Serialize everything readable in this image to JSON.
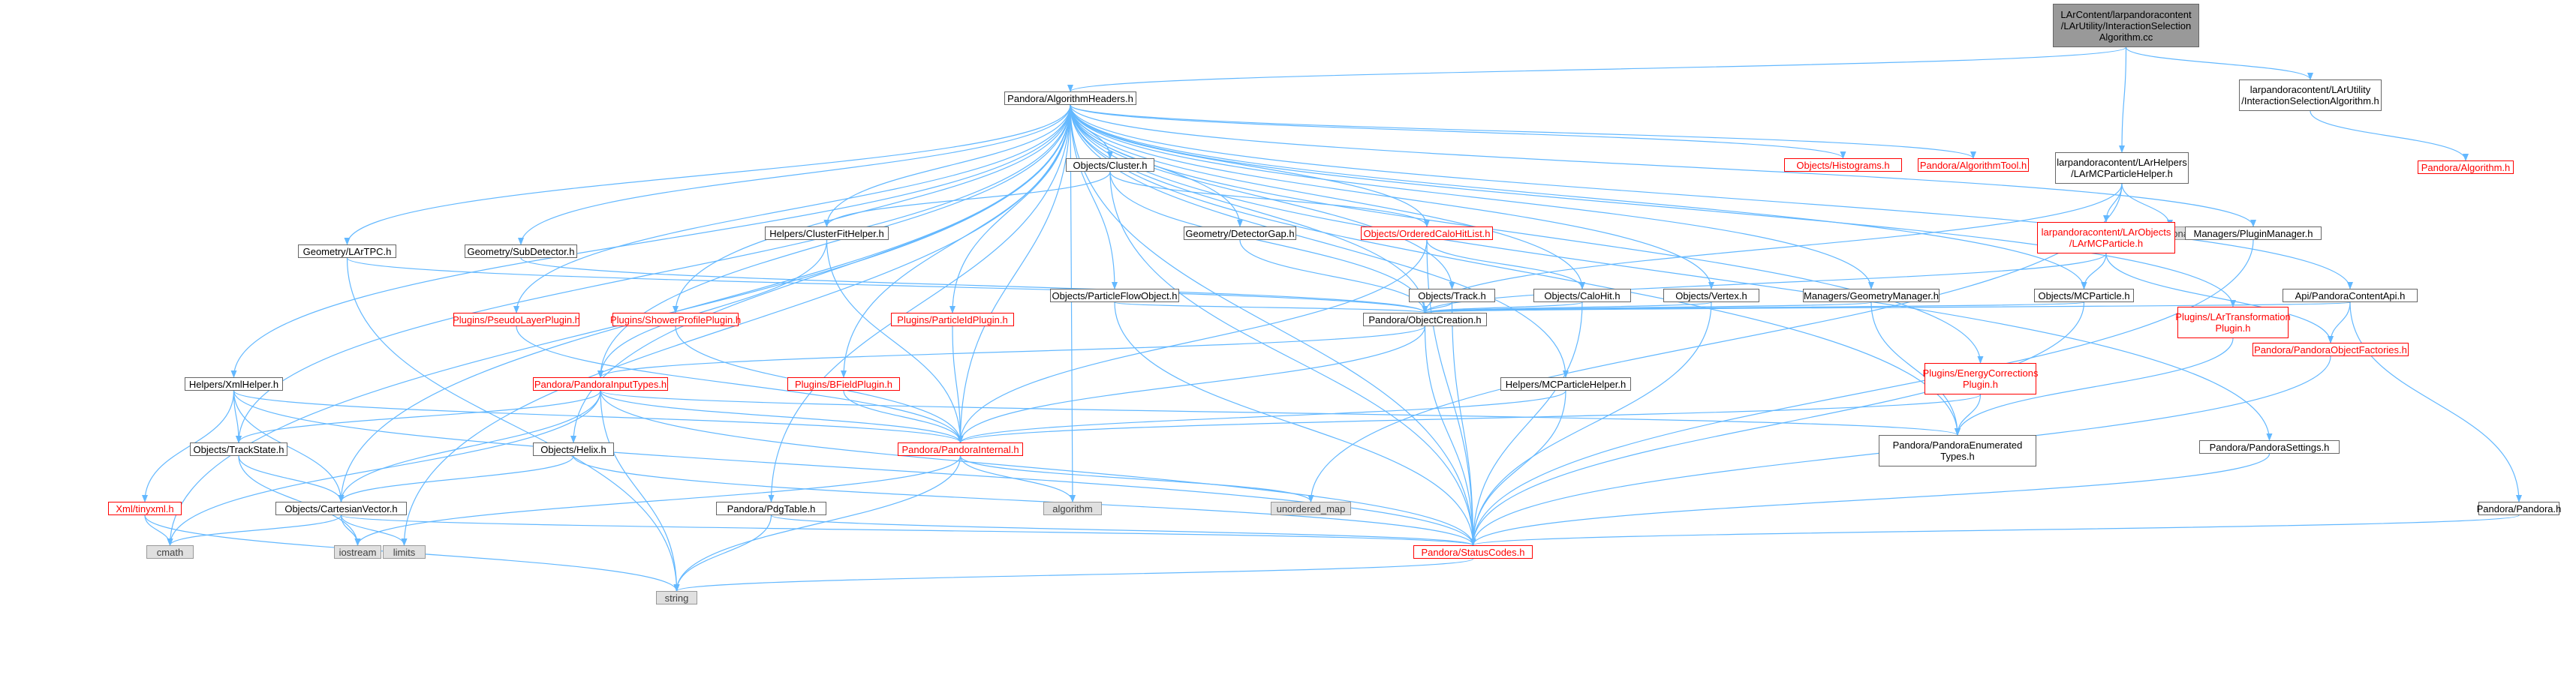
{
  "diagram": {
    "type": "include-dependency-graph",
    "edge_color": "#63b8ff",
    "nodes": [
      {
        "id": "root",
        "label": "LArContent/larpandoracontent\n/LArUtility/InteractionSelection\nAlgorithm.cc",
        "style": "root"
      },
      {
        "id": "algh",
        "label": "Pandora/AlgorithmHeaders.h",
        "style": "normal"
      },
      {
        "id": "isa",
        "label": "larpandoracontent/LArUtility\n/InteractionSelectionAlgorithm.h",
        "style": "normal"
      },
      {
        "id": "alg",
        "label": "Pandora/Algorithm.h",
        "style": "red"
      },
      {
        "id": "cluster",
        "label": "Objects/Cluster.h",
        "style": "normal"
      },
      {
        "id": "hist",
        "label": "Objects/Histograms.h",
        "style": "red"
      },
      {
        "id": "algtool",
        "label": "Pandora/AlgorithmTool.h",
        "style": "red"
      },
      {
        "id": "mcph",
        "label": "larpandoracontent/LArHelpers\n/LArMCParticleHelper.h",
        "style": "normal"
      },
      {
        "id": "functional",
        "label": "functional",
        "style": "sys"
      },
      {
        "id": "larmcp",
        "label": "larpandoracontent/LArObjects\n/LArMCParticle.h",
        "style": "red"
      },
      {
        "id": "clusterfit",
        "label": "Helpers/ClusterFitHelper.h",
        "style": "normal"
      },
      {
        "id": "detgap",
        "label": "Geometry/DetectorGap.h",
        "style": "normal"
      },
      {
        "id": "ocl",
        "label": "Objects/OrderedCaloHitList.h",
        "style": "red"
      },
      {
        "id": "plugmgr",
        "label": "Managers/PluginManager.h",
        "style": "normal"
      },
      {
        "id": "lartpc",
        "label": "Geometry/LArTPC.h",
        "style": "normal"
      },
      {
        "id": "subdet",
        "label": "Geometry/SubDetector.h",
        "style": "normal"
      },
      {
        "id": "pfo",
        "label": "Objects/ParticleFlowObject.h",
        "style": "normal"
      },
      {
        "id": "track",
        "label": "Objects/Track.h",
        "style": "normal"
      },
      {
        "id": "calohit",
        "label": "Objects/CaloHit.h",
        "style": "normal"
      },
      {
        "id": "vertex",
        "label": "Objects/Vertex.h",
        "style": "normal"
      },
      {
        "id": "geomgr",
        "label": "Managers/GeometryManager.h",
        "style": "normal"
      },
      {
        "id": "mcparticle",
        "label": "Objects/MCParticle.h",
        "style": "normal"
      },
      {
        "id": "api",
        "label": "Api/PandoraContentApi.h",
        "style": "normal"
      },
      {
        "id": "pseudo",
        "label": "Plugins/PseudoLayerPlugin.h",
        "style": "red"
      },
      {
        "id": "shower",
        "label": "Plugins/ShowerProfilePlugin.h",
        "style": "red"
      },
      {
        "id": "pid",
        "label": "Plugins/ParticleIdPlugin.h",
        "style": "red"
      },
      {
        "id": "objcreation",
        "label": "Pandora/ObjectCreation.h",
        "style": "normal"
      },
      {
        "id": "lartrans",
        "label": "Plugins/LArTransformation\nPlugin.h",
        "style": "red"
      },
      {
        "id": "objfact",
        "label": "Pandora/PandoraObjectFactories.h",
        "style": "red"
      },
      {
        "id": "xmlhelper",
        "label": "Helpers/XmlHelper.h",
        "style": "normal"
      },
      {
        "id": "inputtypes",
        "label": "Pandora/PandoraInputTypes.h",
        "style": "red"
      },
      {
        "id": "bfield",
        "label": "Plugins/BFieldPlugin.h",
        "style": "red"
      },
      {
        "id": "mchelper",
        "label": "Helpers/MCParticleHelper.h",
        "style": "normal"
      },
      {
        "id": "energycorr",
        "label": "Plugins/EnergyCorrections\nPlugin.h",
        "style": "red"
      },
      {
        "id": "trackstate",
        "label": "Objects/TrackState.h",
        "style": "normal"
      },
      {
        "id": "helix",
        "label": "Objects/Helix.h",
        "style": "normal"
      },
      {
        "id": "internal",
        "label": "Pandora/PandoraInternal.h",
        "style": "red"
      },
      {
        "id": "enumtypes",
        "label": "Pandora/PandoraEnumerated\nTypes.h",
        "style": "normal"
      },
      {
        "id": "settings",
        "label": "Pandora/PandoraSettings.h",
        "style": "normal"
      },
      {
        "id": "tinyxml",
        "label": "Xml/tinyxml.h",
        "style": "red"
      },
      {
        "id": "cartesian",
        "label": "Objects/CartesianVector.h",
        "style": "normal"
      },
      {
        "id": "algorithm",
        "label": "algorithm",
        "style": "sys"
      },
      {
        "id": "umap",
        "label": "unordered_map",
        "style": "sys"
      },
      {
        "id": "pdgtable",
        "label": "Pandora/PdgTable.h",
        "style": "normal"
      },
      {
        "id": "pandorah",
        "label": "Pandora/Pandora.h",
        "style": "normal"
      },
      {
        "id": "cmath",
        "label": "cmath",
        "style": "sys"
      },
      {
        "id": "iostream",
        "label": "iostream",
        "style": "sys"
      },
      {
        "id": "limits",
        "label": "limits",
        "style": "sys"
      },
      {
        "id": "status",
        "label": "Pandora/StatusCodes.h",
        "style": "red"
      },
      {
        "id": "string",
        "label": "string",
        "style": "sys"
      }
    ],
    "edges": [
      [
        "root",
        "algh"
      ],
      [
        "root",
        "isa"
      ],
      [
        "root",
        "mcph"
      ],
      [
        "isa",
        "alg"
      ],
      [
        "algh",
        "cluster"
      ],
      [
        "algh",
        "hist"
      ],
      [
        "algh",
        "algtool"
      ],
      [
        "algh",
        "plugmgr"
      ],
      [
        "algh",
        "api"
      ],
      [
        "algh",
        "clusterfit"
      ],
      [
        "algh",
        "detgap"
      ],
      [
        "algh",
        "ocl"
      ],
      [
        "algh",
        "lartpc"
      ],
      [
        "algh",
        "subdet"
      ],
      [
        "algh",
        "pfo"
      ],
      [
        "algh",
        "track"
      ],
      [
        "algh",
        "calohit"
      ],
      [
        "algh",
        "vertex"
      ],
      [
        "algh",
        "geomgr"
      ],
      [
        "algh",
        "mcparticle"
      ],
      [
        "algh",
        "pseudo"
      ],
      [
        "algh",
        "shower"
      ],
      [
        "algh",
        "pid"
      ],
      [
        "algh",
        "lartrans"
      ],
      [
        "algh",
        "xmlhelper"
      ],
      [
        "algh",
        "inputtypes"
      ],
      [
        "algh",
        "bfield"
      ],
      [
        "algh",
        "mchelper"
      ],
      [
        "algh",
        "energycorr"
      ],
      [
        "algh",
        "trackstate"
      ],
      [
        "algh",
        "helix"
      ],
      [
        "algh",
        "internal"
      ],
      [
        "algh",
        "enumtypes"
      ],
      [
        "algh",
        "settings"
      ],
      [
        "algh",
        "cartesian"
      ],
      [
        "algh",
        "algorithm"
      ],
      [
        "algh",
        "pdgtable"
      ],
      [
        "algh",
        "cmath"
      ],
      [
        "algh",
        "limits"
      ],
      [
        "algh",
        "status"
      ],
      [
        "algh",
        "objcreation"
      ],
      [
        "mcph",
        "functional"
      ],
      [
        "mcph",
        "larmcp"
      ],
      [
        "mcph",
        "umap"
      ],
      [
        "mcph",
        "objcreation"
      ],
      [
        "larmcp",
        "mcparticle"
      ],
      [
        "larmcp",
        "objfact"
      ],
      [
        "larmcp",
        "objcreation"
      ],
      [
        "cluster",
        "clusterfit"
      ],
      [
        "cluster",
        "ocl"
      ],
      [
        "cluster",
        "objcreation"
      ],
      [
        "cluster",
        "status"
      ],
      [
        "clusterfit",
        "inputtypes"
      ],
      [
        "clusterfit",
        "internal"
      ],
      [
        "ocl",
        "calohit"
      ],
      [
        "ocl",
        "internal"
      ],
      [
        "ocl",
        "status"
      ],
      [
        "detgap",
        "objcreation"
      ],
      [
        "lartpc",
        "objcreation"
      ],
      [
        "lartpc",
        "string"
      ],
      [
        "subdet",
        "objcreation"
      ],
      [
        "pfo",
        "objcreation"
      ],
      [
        "pfo",
        "status"
      ],
      [
        "track",
        "objcreation"
      ],
      [
        "track",
        "status"
      ],
      [
        "calohit",
        "objcreation"
      ],
      [
        "calohit",
        "status"
      ],
      [
        "vertex",
        "objcreation"
      ],
      [
        "vertex",
        "status"
      ],
      [
        "geomgr",
        "objcreation"
      ],
      [
        "geomgr",
        "enumtypes"
      ],
      [
        "mcparticle",
        "objcreation"
      ],
      [
        "mcparticle",
        "status"
      ],
      [
        "api",
        "objcreation"
      ],
      [
        "api",
        "objfact"
      ],
      [
        "api",
        "pandorah"
      ],
      [
        "pseudo",
        "internal"
      ],
      [
        "shower",
        "internal"
      ],
      [
        "pid",
        "internal"
      ],
      [
        "bfield",
        "internal"
      ],
      [
        "plugmgr",
        "status"
      ],
      [
        "lartrans",
        "enumtypes"
      ],
      [
        "objfact",
        "status"
      ],
      [
        "objcreation",
        "inputtypes"
      ],
      [
        "objcreation",
        "internal"
      ],
      [
        "objcreation",
        "status"
      ],
      [
        "xmlhelper",
        "tinyxml"
      ],
      [
        "xmlhelper",
        "trackstate"
      ],
      [
        "xmlhelper",
        "cartesian"
      ],
      [
        "xmlhelper",
        "internal"
      ],
      [
        "xmlhelper",
        "status"
      ],
      [
        "inputtypes",
        "trackstate"
      ],
      [
        "inputtypes",
        "cartesian"
      ],
      [
        "inputtypes",
        "internal"
      ],
      [
        "inputtypes",
        "enumtypes"
      ],
      [
        "inputtypes",
        "status"
      ],
      [
        "inputtypes",
        "string"
      ],
      [
        "inputtypes",
        "cmath"
      ],
      [
        "mchelper",
        "internal"
      ],
      [
        "mchelper",
        "status"
      ],
      [
        "energycorr",
        "internal"
      ],
      [
        "energycorr",
        "enumtypes"
      ],
      [
        "trackstate",
        "cartesian"
      ],
      [
        "trackstate",
        "iostream"
      ],
      [
        "helix",
        "cartesian"
      ],
      [
        "helix",
        "status"
      ],
      [
        "internal",
        "algorithm"
      ],
      [
        "internal",
        "umap"
      ],
      [
        "internal",
        "iostream"
      ],
      [
        "internal",
        "string"
      ],
      [
        "settings",
        "status"
      ],
      [
        "tinyxml",
        "cmath"
      ],
      [
        "tinyxml",
        "string"
      ],
      [
        "cartesian",
        "cmath"
      ],
      [
        "cartesian",
        "iostream"
      ],
      [
        "cartesian",
        "limits"
      ],
      [
        "cartesian",
        "status"
      ],
      [
        "pdgtable",
        "string"
      ],
      [
        "pdgtable",
        "status"
      ],
      [
        "pandorah",
        "status"
      ],
      [
        "status",
        "string"
      ]
    ]
  }
}
